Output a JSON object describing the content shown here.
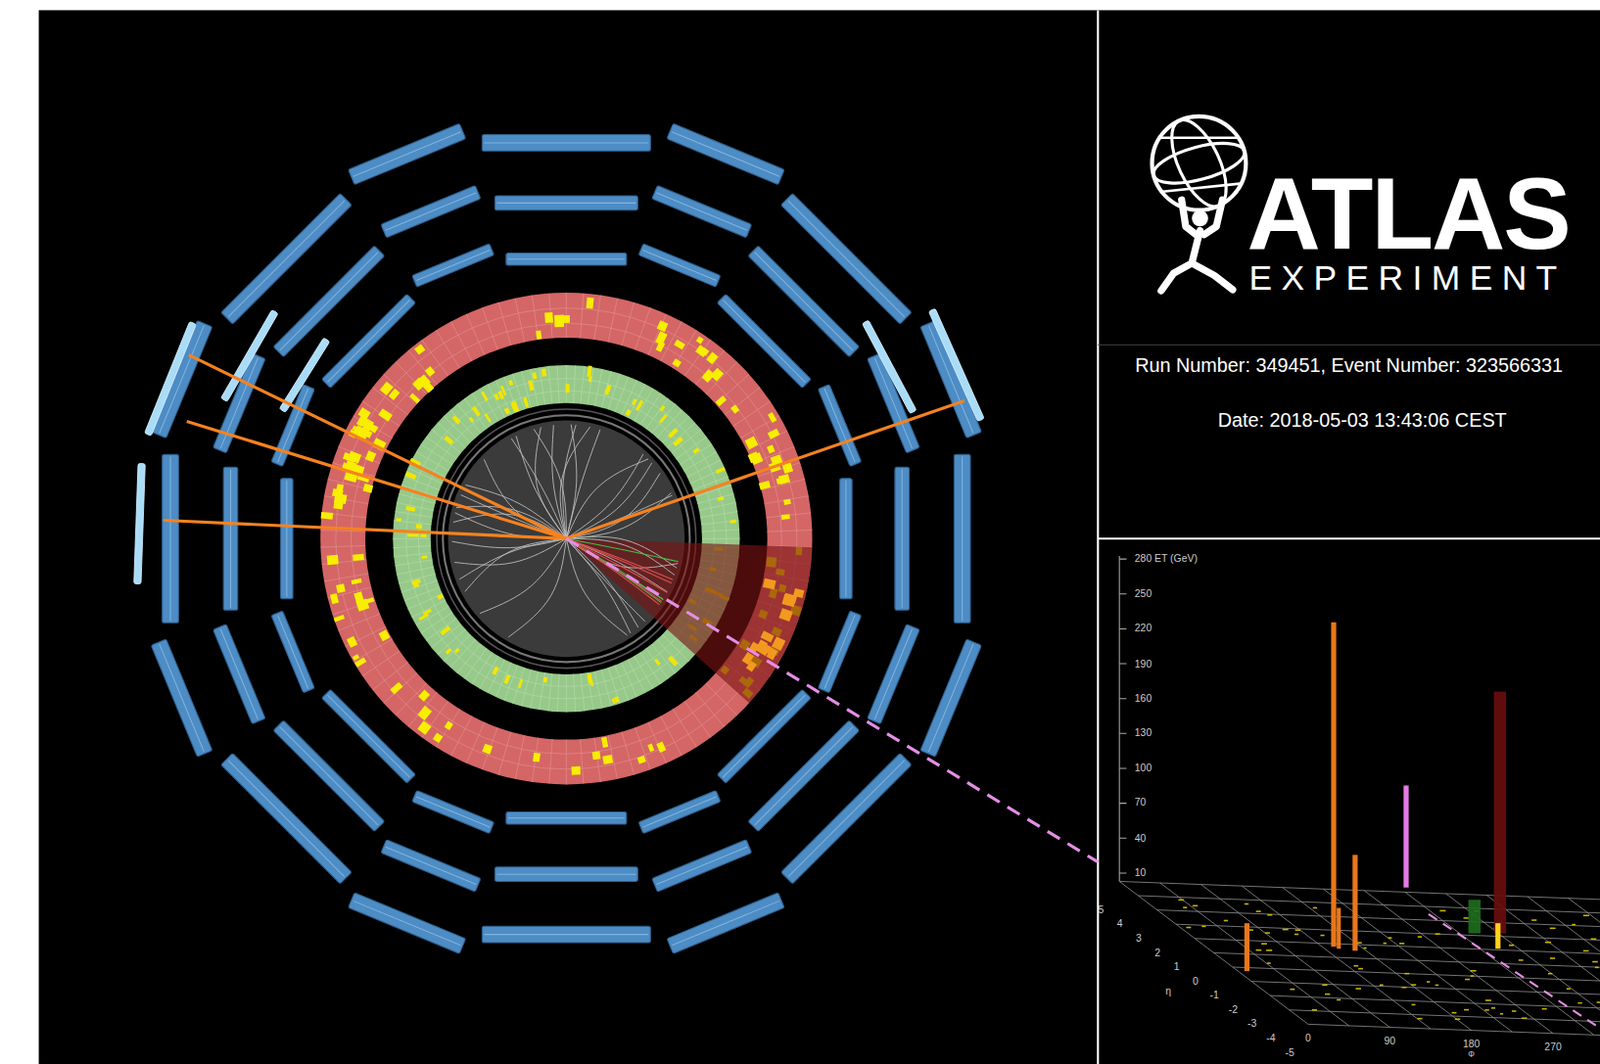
{
  "diagram": {
    "labels": [
      "ATLAS",
      "EXPERIMENT",
      "Run Number: 349451, Event Number: 323566331",
      "Date: 2018-05-03 13:43:06 CEST",
      "280 ET (GeV)",
      "250",
      "220",
      "190",
      "160",
      "130",
      "100",
      "70",
      "40",
      "10",
      "5",
      "4",
      "3",
      "2",
      "1",
      "0",
      "-1",
      "-2",
      "-3",
      "-4",
      "-5",
      "η",
      "0",
      "90",
      "180",
      "270",
      "Φ"
    ]
  }
}
